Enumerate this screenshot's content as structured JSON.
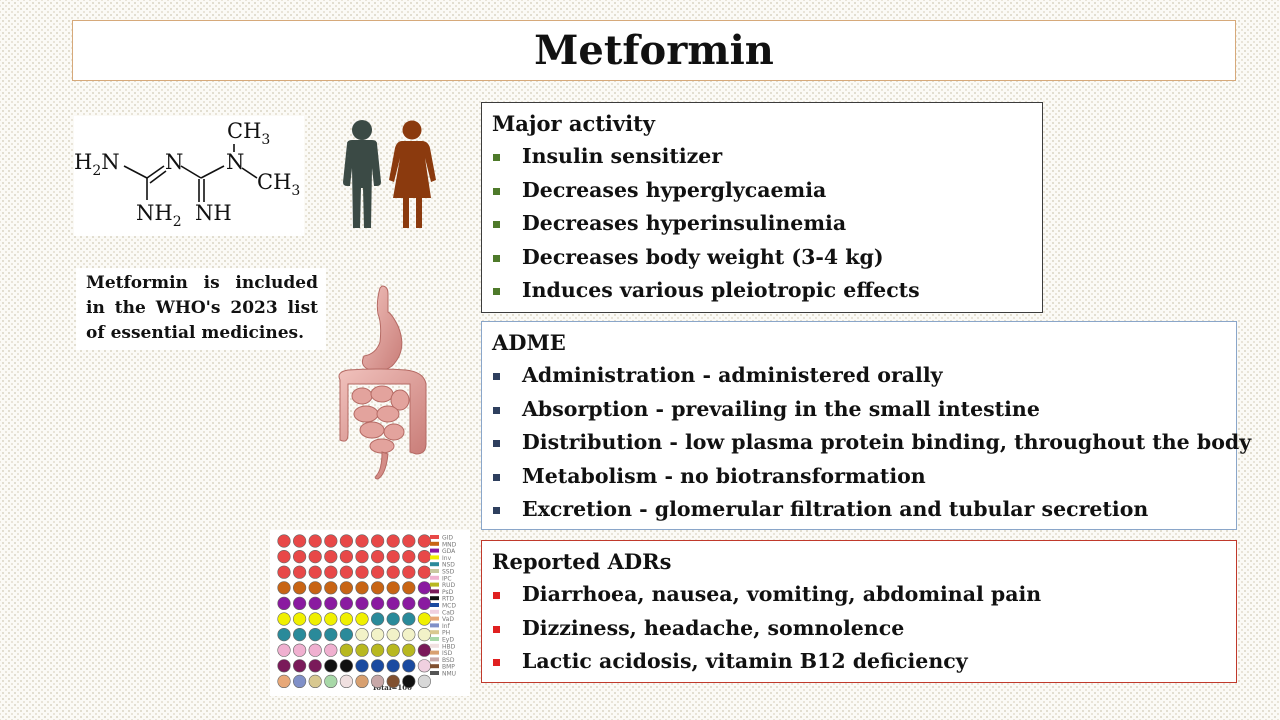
{
  "title": "Metformin",
  "structure": {
    "labels": {
      "h2n_main": "H",
      "h2n_sub": "2",
      "h2n_tail": "N",
      "n_imine": "N",
      "n_amine": "N",
      "ch3_top_main": "CH",
      "ch3_top_sub": "3",
      "ch3_right_main": "CH",
      "ch3_right_sub": "3",
      "nh2_main": "NH",
      "nh2_sub": "2",
      "nh": "NH"
    }
  },
  "who_note": "Metformin is included in the WHO's 2023 list of essential medicines.",
  "people": {
    "male_color": "#3b4a45",
    "female_color": "#8b3a0e"
  },
  "activity": {
    "heading": "Major activity",
    "bullet_color": "#4e7a2a",
    "items": [
      "Insulin sensitizer",
      "Decreases hyperglycaemia",
      "Decreases hyperinsulinemia",
      "Decreases body weight (3-4 kg)",
      "Induces various pleiotropic  effects"
    ]
  },
  "adme": {
    "heading": "ADME",
    "bullet_color": "#2e3f5e",
    "items": [
      "Administration - administered orally",
      "Absorption - prevailing in the small intestine",
      "Distribution - low plasma protein binding, throughout the body",
      "Metabolism - no biotransformation",
      "Excretion - glomerular filtration and tubular secretion"
    ]
  },
  "adrs": {
    "heading": "Reported ADRs",
    "bullet_color": "#e02020",
    "items": [
      "Diarrhoea, nausea, vomiting, abdominal pain",
      "Dizziness, headache, somnolence",
      "Lactic acidosis, vitamin B12 deficiency"
    ]
  },
  "dot_chart": {
    "total_label": "Total=100",
    "rows": [
      [
        "#e84848",
        "#e84848",
        "#e84848",
        "#e84848",
        "#e84848",
        "#e84848",
        "#e84848",
        "#e84848",
        "#e84848",
        "#e84848"
      ],
      [
        "#e84848",
        "#e84848",
        "#e84848",
        "#e84848",
        "#e84848",
        "#e84848",
        "#e84848",
        "#e84848",
        "#e84848",
        "#e84848"
      ],
      [
        "#e84848",
        "#e84848",
        "#e84848",
        "#e84848",
        "#e84848",
        "#e84848",
        "#e84848",
        "#e84848",
        "#e84848",
        "#e84848"
      ],
      [
        "#c86414",
        "#c86414",
        "#c86414",
        "#c86414",
        "#c86414",
        "#c86414",
        "#c86414",
        "#c86414",
        "#c86414",
        "#8a1aa0"
      ],
      [
        "#8a1aa0",
        "#8a1aa0",
        "#8a1aa0",
        "#8a1aa0",
        "#8a1aa0",
        "#8a1aa0",
        "#8a1aa0",
        "#8a1aa0",
        "#8a1aa0",
        "#8a1aa0"
      ],
      [
        "#f0f000",
        "#f0f000",
        "#f0f000",
        "#f0f000",
        "#f0f000",
        "#f0f000",
        "#2a8a9a",
        "#2a8a9a",
        "#2a8a9a",
        "#f0f000"
      ],
      [
        "#2a8a9a",
        "#2a8a9a",
        "#2a8a9a",
        "#2a8a9a",
        "#2a8a9a",
        "#f2f2c8",
        "#f2f2c8",
        "#f2f2c8",
        "#f2f2c8",
        "#f2f2c8"
      ],
      [
        "#f0b0d0",
        "#f0b0d0",
        "#f0b0d0",
        "#f0b0d0",
        "#b8b820",
        "#b8b820",
        "#b8b820",
        "#b8b820",
        "#b8b820",
        "#7a1a5a"
      ],
      [
        "#7a1a5a",
        "#7a1a5a",
        "#7a1a5a",
        "#111111",
        "#111111",
        "#1a4aa0",
        "#1a4aa0",
        "#1a4aa0",
        "#1a4aa0",
        "#f0d0e0"
      ],
      [
        "#e8a878",
        "#8090c8",
        "#d8c890",
        "#a8d8a8",
        "#f0e0e0",
        "#d8a070",
        "#c8a8a8",
        "#805030",
        "#111111",
        "#d8d8d8"
      ]
    ],
    "legend": [
      {
        "label": "GID",
        "color": "#e84848"
      },
      {
        "label": "MND",
        "color": "#c86414"
      },
      {
        "label": "GDA",
        "color": "#8a1aa0"
      },
      {
        "label": "Inv",
        "color": "#f0f000"
      },
      {
        "label": "NSD",
        "color": "#2a8a9a"
      },
      {
        "label": "SSD",
        "color": "#c8c8a0"
      },
      {
        "label": "IPC",
        "color": "#f0b0d0"
      },
      {
        "label": "RUD",
        "color": "#b8b820"
      },
      {
        "label": "PsD",
        "color": "#7a1a5a"
      },
      {
        "label": "RTD",
        "color": "#111111"
      },
      {
        "label": "MCD",
        "color": "#1a4aa0"
      },
      {
        "label": "CaD",
        "color": "#f0d0e0"
      },
      {
        "label": "VaD",
        "color": "#e8a878"
      },
      {
        "label": "Inf",
        "color": "#8090c8"
      },
      {
        "label": "PH",
        "color": "#d8c890"
      },
      {
        "label": "EyD",
        "color": "#a8d8a8"
      },
      {
        "label": "HBD",
        "color": "#f0e0e0"
      },
      {
        "label": "ISD",
        "color": "#d8a070"
      },
      {
        "label": "BSD",
        "color": "#c8a8a8"
      },
      {
        "label": "BMP",
        "color": "#805030"
      },
      {
        "label": "NMU",
        "color": "#555555"
      }
    ]
  }
}
